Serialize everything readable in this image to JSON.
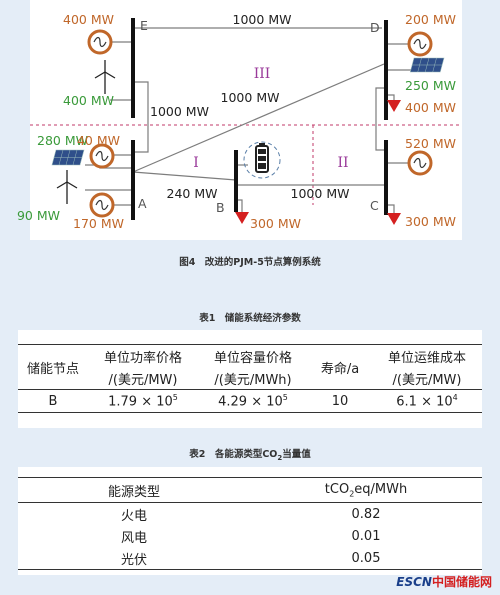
{
  "diagram": {
    "nodes": {
      "A": "A",
      "B": "B",
      "C": "C",
      "D": "D",
      "E": "E"
    },
    "regions": {
      "I": "I",
      "II": "II",
      "III": "III"
    },
    "lines": {
      "ED": "1000 MW",
      "EA": "1000 MW",
      "AD": "1000 MW",
      "AB": "240 MW",
      "BC": "1000 MW"
    },
    "labels": {
      "e_gen": "400 MW",
      "e_wind": "400 MW",
      "d_gen": "200 MW",
      "d_pv": "250 MW",
      "d_load": "400 MW",
      "a_pv": "280 MW",
      "a_gen_top": "40 MW",
      "a_wind": "90 MW",
      "a_gen_bottom": "170 MW",
      "c_gen": "520 MW",
      "c_load": "300 MW",
      "b_load": "300 MW"
    },
    "colors": {
      "generator": "#c0672a",
      "renewable": "#3a9a3a",
      "load": "#d42020",
      "line": "#7d7d7d",
      "bus": "#111111",
      "region": "#9a3a9a"
    }
  },
  "figure_caption": "图4　改进的PJM-5节点算例系统",
  "table1": {
    "title": "表1　储能系统经济参数",
    "headers": [
      [
        "储能节点",
        ""
      ],
      [
        "单位功率价格",
        "/(美元/MW)"
      ],
      [
        "单位容量价格",
        "/(美元/MWh)"
      ],
      [
        "寿命/a",
        ""
      ],
      [
        "单位运维成本",
        "/(美元/MW)"
      ]
    ],
    "row": [
      "B",
      "1.79 × 10",
      "5",
      "4.29 × 10",
      "5",
      "10",
      "6.1 × 10",
      "4"
    ]
  },
  "table2": {
    "title_pre": "表2　各能源类型CO",
    "title_sub": "2",
    "title_post": "当量值",
    "header_left": "能源类型",
    "header_right_pre": "tCO",
    "header_right_sub": "2",
    "header_right_post": "eq/MWh",
    "rows": [
      {
        "type": "火电",
        "value": "0.82"
      },
      {
        "type": "风电",
        "value": "0.01"
      },
      {
        "type": "光伏",
        "value": "0.05"
      }
    ]
  },
  "watermark": {
    "brand": "ESCN",
    "site": "中国储能网"
  }
}
